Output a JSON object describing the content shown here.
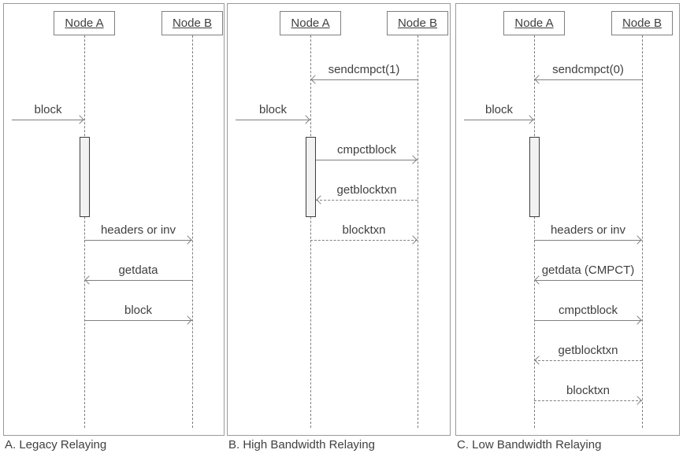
{
  "colors": {
    "line": "#808080",
    "text": "#404040",
    "panel_border": "#9a9a9a",
    "lifeline": "#7f7f7f",
    "activation_fill": "#f2f2f2",
    "activation_border": "#3d3d3d"
  },
  "panels": [
    {
      "id": "A",
      "caption": "A. Legacy Relaying",
      "actors": [
        {
          "label": "Node A"
        },
        {
          "label": "Node B"
        }
      ],
      "activation": {
        "actor": "A"
      },
      "messages": [
        {
          "label": "block",
          "from": "external",
          "to": "A",
          "style": "solid",
          "row": 1
        },
        {
          "label": "headers or inv",
          "from": "A",
          "to": "B",
          "style": "solid",
          "row": 4
        },
        {
          "label": "getdata",
          "from": "B",
          "to": "A",
          "style": "solid",
          "row": 5
        },
        {
          "label": "block",
          "from": "A",
          "to": "B",
          "style": "solid",
          "row": 6
        }
      ]
    },
    {
      "id": "B",
      "caption": "B. High Bandwidth Relaying",
      "actors": [
        {
          "label": "Node A"
        },
        {
          "label": "Node B"
        }
      ],
      "activation": {
        "actor": "A"
      },
      "messages": [
        {
          "label": "sendcmpct(1)",
          "from": "B",
          "to": "A",
          "style": "solid",
          "row": 0
        },
        {
          "label": "block",
          "from": "external",
          "to": "A",
          "style": "solid",
          "row": 1
        },
        {
          "label": "cmpctblock",
          "from": "A",
          "to": "B",
          "style": "solid",
          "row": 2
        },
        {
          "label": "getblocktxn",
          "from": "B",
          "to": "A",
          "style": "dashed",
          "row": 3
        },
        {
          "label": "blocktxn",
          "from": "A",
          "to": "B",
          "style": "dashed",
          "row": 4
        }
      ]
    },
    {
      "id": "C",
      "caption": "C. Low Bandwidth Relaying",
      "actors": [
        {
          "label": "Node A"
        },
        {
          "label": "Node B"
        }
      ],
      "activation": {
        "actor": "A"
      },
      "messages": [
        {
          "label": "sendcmpct(0)",
          "from": "B",
          "to": "A",
          "style": "solid",
          "row": 0
        },
        {
          "label": "block",
          "from": "external",
          "to": "A",
          "style": "solid",
          "row": 1
        },
        {
          "label": "headers or inv",
          "from": "A",
          "to": "B",
          "style": "solid",
          "row": 4
        },
        {
          "label": "getdata (CMPCT)",
          "from": "B",
          "to": "A",
          "style": "solid",
          "row": 5
        },
        {
          "label": "cmpctblock",
          "from": "A",
          "to": "B",
          "style": "solid",
          "row": 6
        },
        {
          "label": "getblocktxn",
          "from": "B",
          "to": "A",
          "style": "dashed",
          "row": 7
        },
        {
          "label": "blocktxn",
          "from": "A",
          "to": "B",
          "style": "dashed",
          "row": 8
        }
      ]
    }
  ]
}
